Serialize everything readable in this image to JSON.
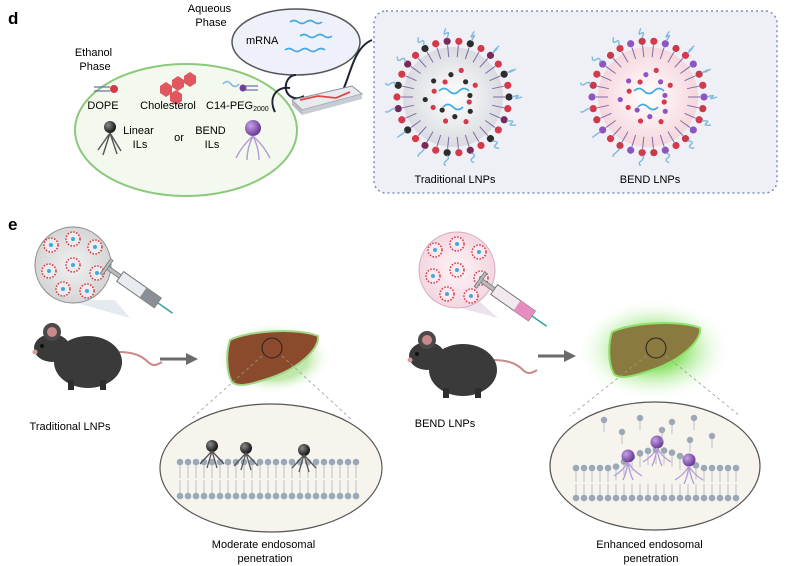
{
  "panel_d": {
    "letter": "d",
    "ethanol_phase": [
      "Ethanol",
      "Phase"
    ],
    "aqueous_phase": [
      "Aqueous",
      "Phase"
    ],
    "mrna": "mRNA",
    "dope": "DOPE",
    "cholesterol": "Cholesterol",
    "peg_main": "C14-PEG",
    "peg_sub": "2000",
    "linear_ils": [
      "Linear",
      "ILs"
    ],
    "or": "or",
    "bend_ils": [
      "BEND",
      "ILs"
    ],
    "traditional_lnps": "Traditional LNPs",
    "bend_lnps": "BEND LNPs"
  },
  "panel_e": {
    "letter": "e",
    "traditional_lnps": "Traditional LNPs",
    "bend_lnps": "BEND LNPs",
    "moderate": [
      "Moderate endosomal",
      "penetration"
    ],
    "enhanced": [
      "Enhanced endosomal",
      "penetration"
    ]
  },
  "colors": {
    "ethanol_border": "#8cc97a",
    "ethanol_fill": "#f3f9ef",
    "aqueous_fill": "#eef0fa",
    "lnp_box_fill": "#eef0f6",
    "lnp_box_border": "#7d8fb8",
    "lipid_red": "#d6394a",
    "lipid_dark": "#2d2d2d",
    "peg_blue": "#7fb8e0",
    "bend_purple": "#8e55c0",
    "liver": "#8b4a2c",
    "liver_bend": "#8a7a40",
    "glow_green": "#9be07a",
    "mouse": "#3a3a3a",
    "membrane_head": "#9aa8b8"
  }
}
